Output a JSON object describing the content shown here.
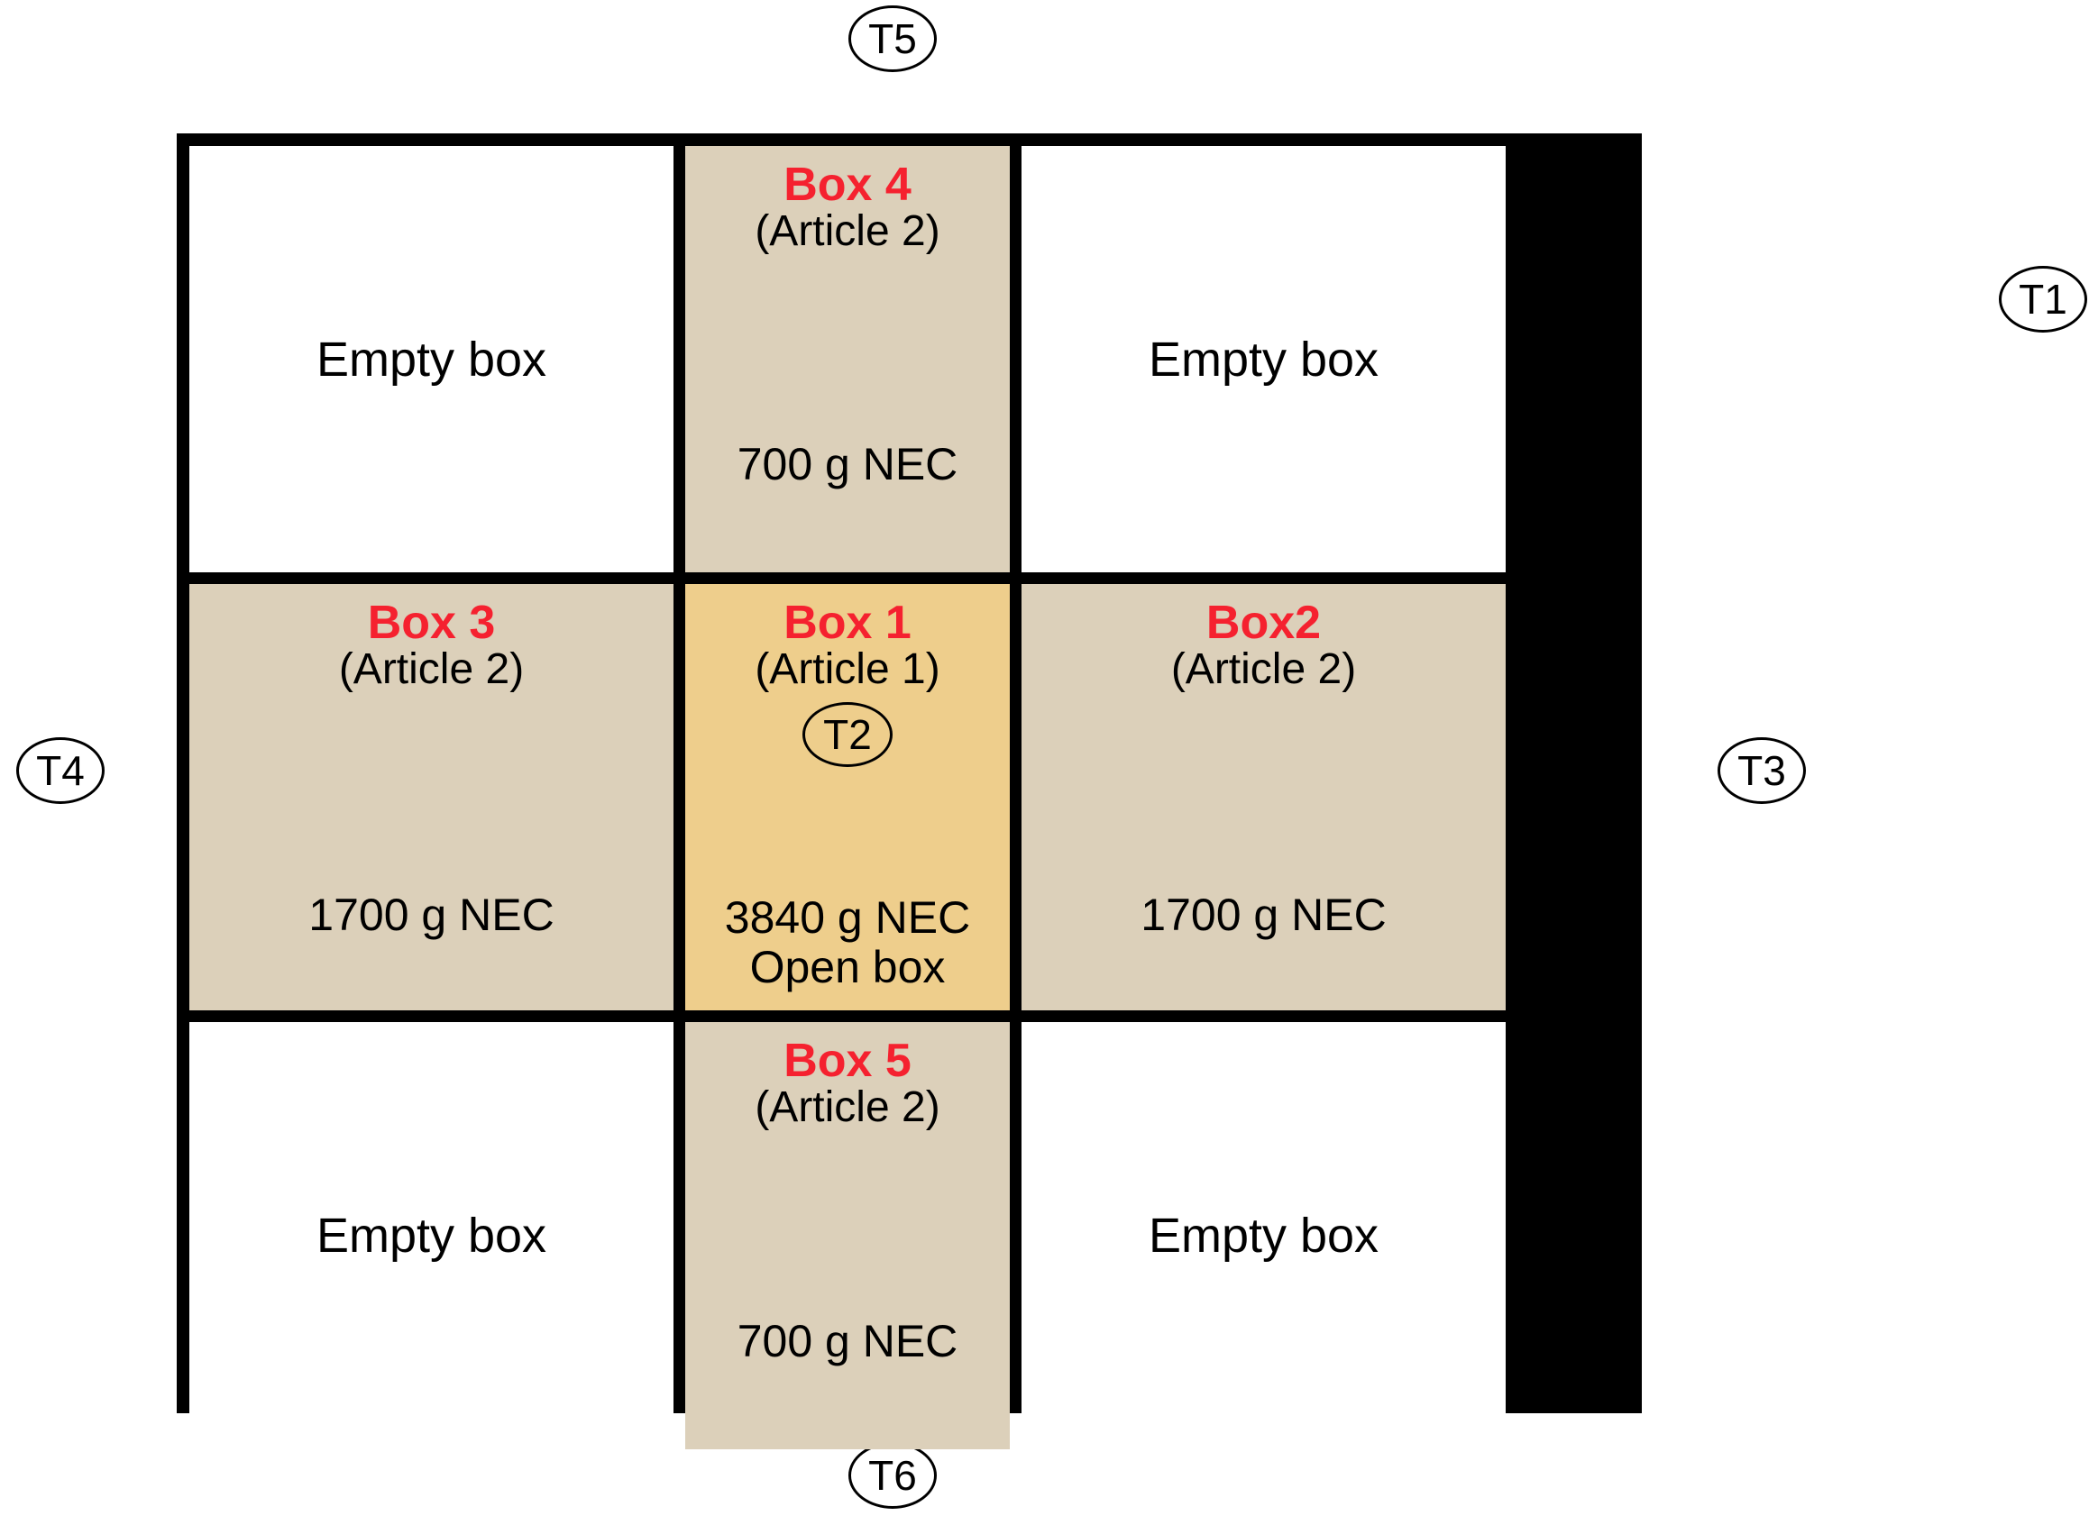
{
  "diagram": {
    "type": "box-layout-grid",
    "description": "3x3 grid of boxes with thermocouple positions",
    "colors": {
      "title_red": "#f5212f",
      "article2_fill": "#dcd0ba",
      "article1_fill": "#eece8c",
      "empty_fill": "#ffffff",
      "border": "#000000"
    }
  },
  "grid": {
    "rows": 3,
    "columns": 3,
    "cells": [
      {
        "position": "top-left",
        "kind": "empty",
        "label": "Empty box"
      },
      {
        "position": "top-center",
        "kind": "article2",
        "title": "Box 4",
        "subtitle": "(Article 2)",
        "weight": "700 g NEC"
      },
      {
        "position": "top-right",
        "kind": "empty",
        "label": "Empty box"
      },
      {
        "position": "middle-left",
        "kind": "article2",
        "title": "Box 3",
        "subtitle": "(Article 2)",
        "weight": "1700 g NEC"
      },
      {
        "position": "middle-center",
        "kind": "article1",
        "title": "Box 1",
        "subtitle": "(Article 1)",
        "badge": "T2",
        "weight": "3840 g NEC",
        "note": "Open box"
      },
      {
        "position": "middle-right",
        "kind": "article2",
        "title": "Box2",
        "subtitle": "(Article 2)",
        "weight": "1700 g NEC"
      },
      {
        "position": "bottom-left",
        "kind": "empty",
        "label": "Empty box"
      },
      {
        "position": "bottom-center",
        "kind": "article2",
        "title": "Box 5",
        "subtitle": "(Article 2)",
        "weight": "700 g NEC"
      },
      {
        "position": "bottom-right",
        "kind": "empty",
        "label": "Empty box"
      }
    ]
  },
  "badges": {
    "t5": {
      "label": "T5",
      "location": "top-outside"
    },
    "t1": {
      "label": "T1",
      "location": "right-outside-upper"
    },
    "t3": {
      "label": "T3",
      "location": "right-outside-middle"
    },
    "t4": {
      "label": "T4",
      "location": "left-outside-middle"
    },
    "t6": {
      "label": "T6",
      "location": "bottom-outside"
    },
    "t2": {
      "label": "T2",
      "location": "inside-box-1"
    }
  }
}
